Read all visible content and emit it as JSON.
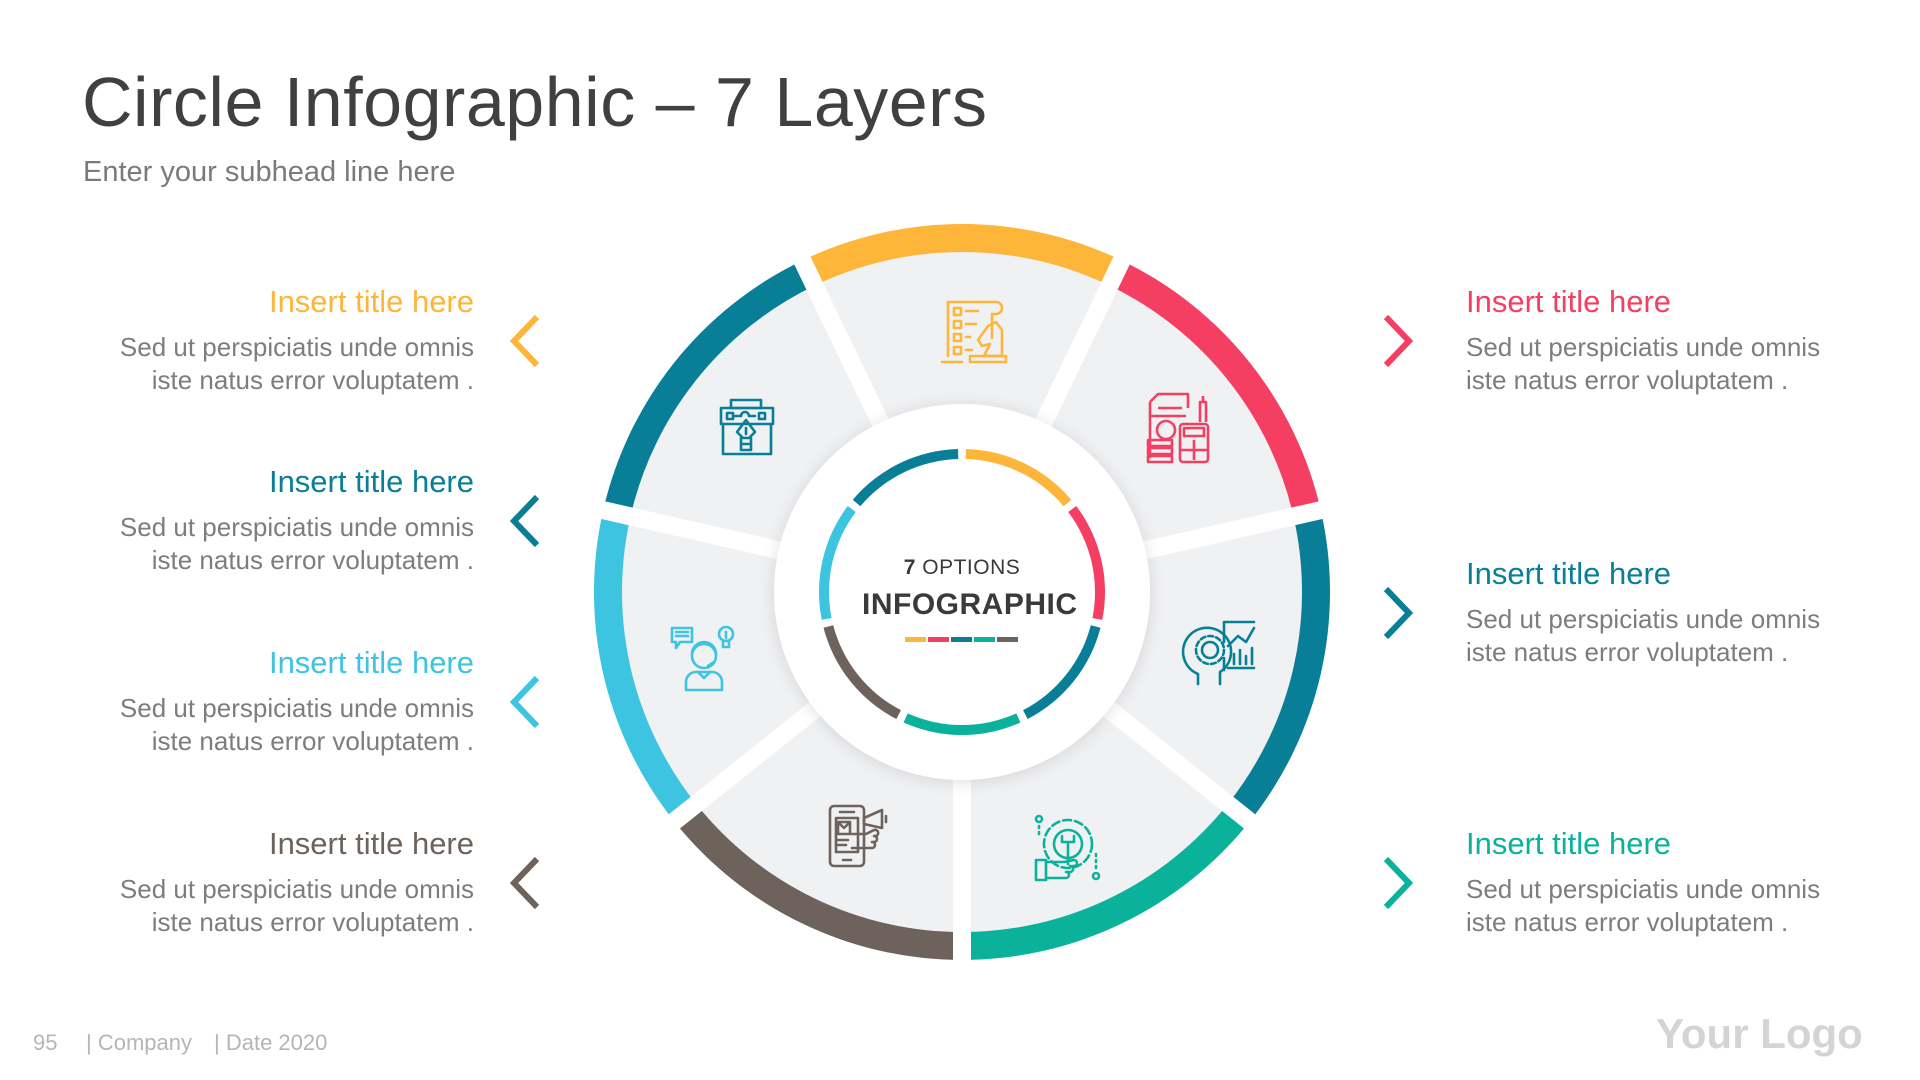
{
  "header": {
    "title": "Circle Infographic – 7 Layers",
    "subtitle": "Enter your subhead line here"
  },
  "colors": {
    "yellow": "#FDB53A",
    "red": "#F43E62",
    "teal_dark": "#087F97",
    "cyan": "#3DC4E0",
    "green": "#0BB29B",
    "brown": "#6E625C",
    "segment_bg": "#F0F1F3",
    "title_text": "#404040",
    "body_text": "#7D7D7D"
  },
  "center": {
    "count": "7",
    "label_small": "OPTIONS",
    "label_big": "INFOGRAPHIC",
    "bar_colors": [
      "#FDB53A",
      "#F43E62",
      "#087F97",
      "#0BB29B",
      "#6E625C"
    ]
  },
  "segments": [
    {
      "position": "top",
      "color": "#FDB53A",
      "icon": "strategy-checklist-chess-icon"
    },
    {
      "position": "top-right",
      "color": "#F43E62",
      "icon": "finance-calculator-icon"
    },
    {
      "position": "right",
      "color": "#087F97",
      "icon": "data-analysis-brain-icon"
    },
    {
      "position": "bottom-right",
      "color": "#0BB29B",
      "icon": "maintenance-wrench-gear-icon"
    },
    {
      "position": "bottom-left",
      "color": "#6E625C",
      "icon": "mobile-marketing-megaphone-icon"
    },
    {
      "position": "left",
      "color": "#3DC4E0",
      "icon": "customer-support-agent-icon"
    },
    {
      "position": "top-left",
      "color": "#087F97",
      "icon": "design-toolbox-pen-icon"
    }
  ],
  "left_items": [
    {
      "title": "Insert title here",
      "body_line1": "Sed ut perspiciatis unde omnis",
      "body_line2": "iste natus error voluptatem .",
      "color": "#FDB53A"
    },
    {
      "title": "Insert title here",
      "body_line1": "Sed ut perspiciatis unde omnis",
      "body_line2": "iste natus error voluptatem .",
      "color": "#087F97"
    },
    {
      "title": "Insert title here",
      "body_line1": "Sed ut perspiciatis unde omnis",
      "body_line2": "iste natus error voluptatem .",
      "color": "#3DC4E0"
    },
    {
      "title": "Insert title here",
      "body_line1": "Sed ut perspiciatis unde omnis",
      "body_line2": "iste natus error voluptatem .",
      "color": "#6E625C"
    }
  ],
  "right_items": [
    {
      "title": "Insert title here",
      "body_line1": "Sed ut perspiciatis unde omnis",
      "body_line2": "iste natus error voluptatem .",
      "color": "#F43E62"
    },
    {
      "title": "Insert title here",
      "body_line1": "Sed ut perspiciatis unde omnis",
      "body_line2": "iste natus error voluptatem .",
      "color": "#087F97"
    },
    {
      "title": "Insert title here",
      "body_line1": "Sed ut perspiciatis unde omnis",
      "body_line2": "iste natus error voluptatem .",
      "color": "#0BB29B"
    }
  ],
  "footer": {
    "page_number": "95",
    "company": "| Company",
    "date": "| Date 2020",
    "logo": "Your Logo"
  }
}
